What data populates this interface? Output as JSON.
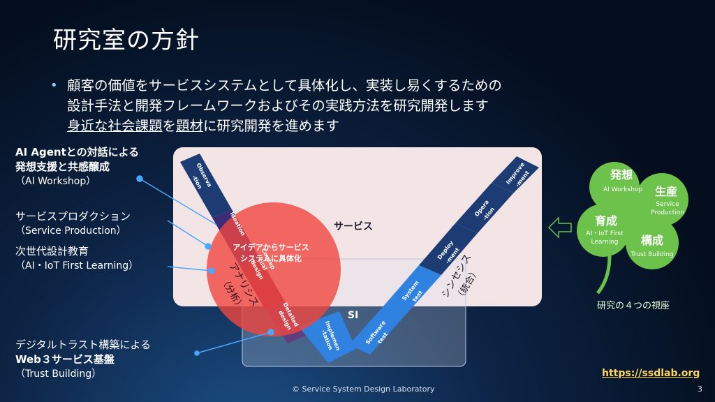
{
  "slide": {
    "title": "研究室の方針",
    "bullets": [
      "顧客の価値をサービスシステムとして具体化し、実装し易くするための",
      "設計手法と開発フレームワークおよびその実践方法を研究開発します"
    ],
    "bullet3_underlined_a": "身近な社会課題",
    "bullet3_connector": "を",
    "bullet3_underlined_b": "題材",
    "bullet3_rest": "に研究開発を進めます",
    "page_number": "3",
    "footer": "© Service System Design Laboratory",
    "website": "https://ssdlab.org"
  },
  "left_labels": [
    {
      "line1": "AI Agentとの対話による",
      "line2": "発想支援と共感醸成",
      "line3": "（AI Workshop）"
    },
    {
      "line1": "サービスプロダクション",
      "line2": "（Service Production）"
    },
    {
      "line1": "次世代設計教育",
      "line2": "（AI・IoT First Learning）"
    },
    {
      "line1": "デジタルトラスト構築による",
      "line2": "Web３サービス基盤",
      "line3": "（Trust Building）"
    }
  ],
  "diagram": {
    "service_label": "サービス",
    "si_label": "SI",
    "circle_text_1": "アイデアからサービス",
    "circle_text_2": "システムに具体化",
    "analysis_label": "アナリシス",
    "analysis_sub": "（分析）",
    "synthesis_label": "シンセシス",
    "synthesis_sub": "（統合）",
    "left_steps": [
      "Observa",
      "-tion",
      "Ideation",
      "Concep",
      "tual",
      "design",
      "Detailed",
      "design"
    ],
    "bottom_step": [
      "Implemen",
      "-tation"
    ],
    "right_steps": [
      "Software",
      "test",
      "System",
      "test",
      "Deploy",
      "-ment",
      "Opera",
      "-tion",
      "Improve",
      "-ment"
    ]
  },
  "clover": {
    "leaves": [
      {
        "title": "発想",
        "sub": "AI Workshop"
      },
      {
        "title": "生産",
        "sub1": "Service",
        "sub2": "Production"
      },
      {
        "title": "育成",
        "sub1": "AI・IoT First",
        "sub2": "Learning"
      },
      {
        "title": "構成",
        "sub": "Trust Building"
      }
    ],
    "caption": "研究の４つの視座"
  },
  "colors": {
    "clover_green": "#6cc24a",
    "website": "#ffd65a",
    "circle_red": "#f0463f",
    "service_panel": "#f3e4e6"
  }
}
